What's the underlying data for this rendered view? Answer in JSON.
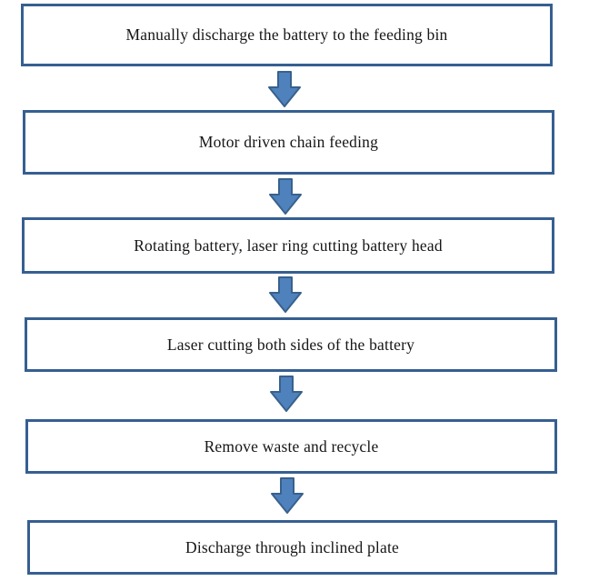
{
  "diagram": {
    "type": "flowchart",
    "direction": "top-down",
    "title": "",
    "steps": [
      {
        "label": "Manually discharge the battery to the feeding bin"
      },
      {
        "label": "Motor driven chain feeding"
      },
      {
        "label": "Rotating battery, laser ring cutting battery head"
      },
      {
        "label": "Laser cutting both sides of the battery"
      },
      {
        "label": "Remove waste and recycle"
      },
      {
        "label": "Discharge through inclined plate"
      }
    ],
    "connector": "down-block-arrow",
    "colors": {
      "box_border": "#365f91",
      "box_fill": "#ffffff",
      "arrow_fill": "#4f81bd",
      "arrow_border": "#38618c",
      "text": "#161616",
      "background": "#ffffff"
    }
  }
}
